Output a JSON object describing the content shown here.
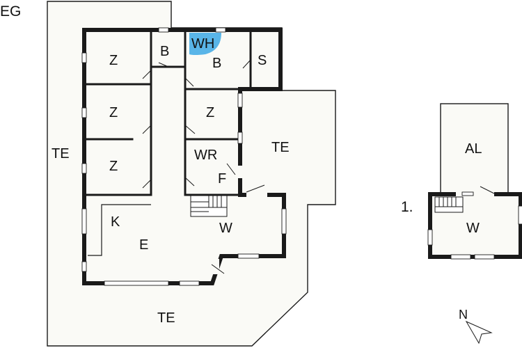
{
  "plan": {
    "floor_ground_label": "EG",
    "floor_upper_label": "1.",
    "compass_label": "N",
    "accent_color": "#59b5e8",
    "rooms_ground": {
      "z1": "Z",
      "z2": "Z",
      "z3": "Z",
      "z4": "Z",
      "bath_small": "B",
      "wh": "WH",
      "bath_large": "B",
      "storage": "S",
      "wr": "WR",
      "f": "F",
      "k": "K",
      "e": "E",
      "w": "W",
      "te_left": "TE",
      "te_right": "TE",
      "te_bottom": "TE"
    },
    "rooms_upper": {
      "al": "AL",
      "w": "W"
    }
  }
}
